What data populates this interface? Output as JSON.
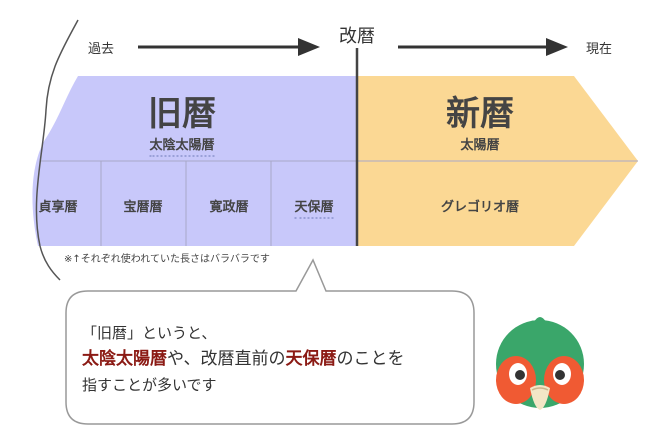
{
  "timeline": {
    "past_label": "過去",
    "present_label": "現在",
    "reform_label": "改暦"
  },
  "old_calendar": {
    "title": "旧暦",
    "subtitle": "太陰太陽暦",
    "eras": [
      "貞享暦",
      "宝暦暦",
      "寛政暦",
      "天保暦"
    ],
    "note": "※↑それぞれ使われていた長さはバラバラです",
    "color": "#c8c8fa"
  },
  "new_calendar": {
    "title": "新暦",
    "subtitle": "太陽暦",
    "era": "グレゴリオ暦",
    "color": "#fbd894"
  },
  "speech": {
    "line1": "「旧暦」というと、",
    "hl1": "太陰太陽暦",
    "mid": "や、改暦直前の",
    "hl2": "天保暦",
    "tail": "のことを",
    "line3": "指すことが多いです",
    "highlight_color": "#8b1a14"
  },
  "mascot": {
    "icon": "parrot-mascot-icon"
  }
}
